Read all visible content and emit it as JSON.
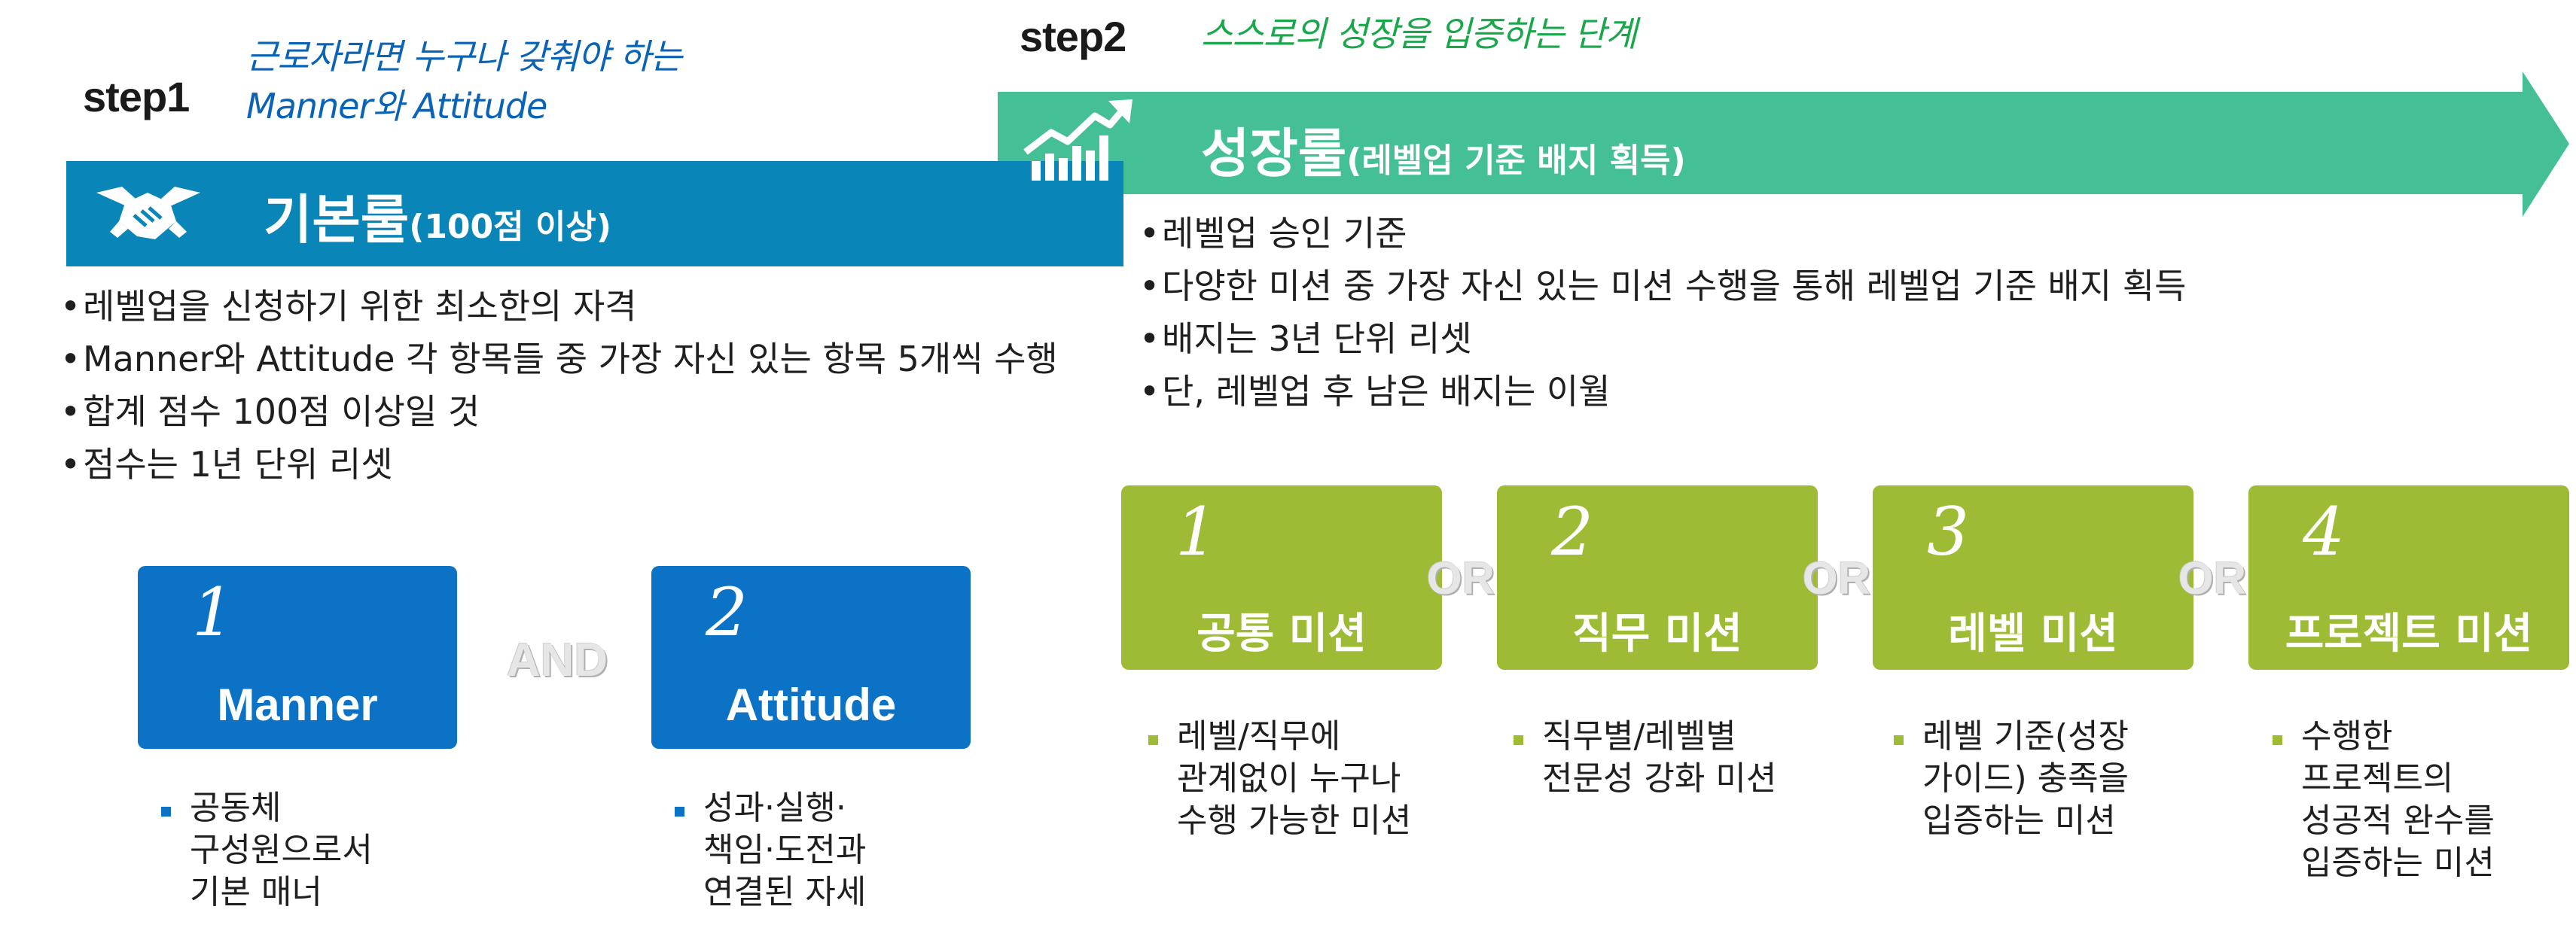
{
  "step1": {
    "label": "step1",
    "tagline_line1": "근로자라면 누구나 갖춰야 하는",
    "tagline_line2": "Manner와 Attitude",
    "banner_title": "기본룰",
    "banner_subtitle": "(100점 이상)",
    "banner_icon": "handshake-icon",
    "bullets": [
      "레벨업을 신청하기 위한 최소한의 자격",
      "Manner와 Attitude 각 항목들 중 가장 자신 있는 항목 5개씩 수행",
      "합계 점수 100점 이상일 것",
      "점수는 1년 단위 리셋"
    ],
    "connector": "AND",
    "cards": [
      {
        "number": "1",
        "title": "Manner",
        "description": "공동체\n구성원으로서\n기본 매너"
      },
      {
        "number": "2",
        "title": "Attitude",
        "description": "성과·실행·\n책임·도전과\n연결된 자세"
      }
    ]
  },
  "step2": {
    "label": "step2",
    "tagline": "스스로의 성장을 입증하는 단계",
    "banner_title": "성장룰",
    "banner_subtitle": "(레벨업 기준 배지 획득)",
    "banner_icon": "growth-chart-icon",
    "bullets": [
      "레벨업 승인 기준",
      "다양한 미션 중 가장 자신 있는 미션 수행을 통해 레벨업 기준 배지 획득",
      "배지는 3년 단위 리셋",
      "단, 레벨업 후 남은 배지는 이월"
    ],
    "connector": "OR",
    "cards": [
      {
        "number": "1",
        "title": "공통 미션",
        "description": "레벨/직무에\n관계없이 누구나\n수행 가능한 미션"
      },
      {
        "number": "2",
        "title": "직무 미션",
        "description": "직무별/레벨별\n전문성 강화 미션"
      },
      {
        "number": "3",
        "title": "레벨 미션",
        "description": "레벨 기준(성장\n가이드) 충족을\n입증하는 미션"
      },
      {
        "number": "4",
        "title": "프로젝트 미션",
        "description": "수행한\n프로젝트의\n성공적 완수를\n입증하는 미션"
      }
    ]
  },
  "colors": {
    "step1_banner": "#0a85b8",
    "step2_arrow": "#45c096",
    "step2_fold": "#23604c",
    "blue_card": "#0b72c5",
    "green_card": "#9dbb35",
    "blue_tagline": "#0b63b5",
    "green_tagline": "#1aa64b"
  }
}
